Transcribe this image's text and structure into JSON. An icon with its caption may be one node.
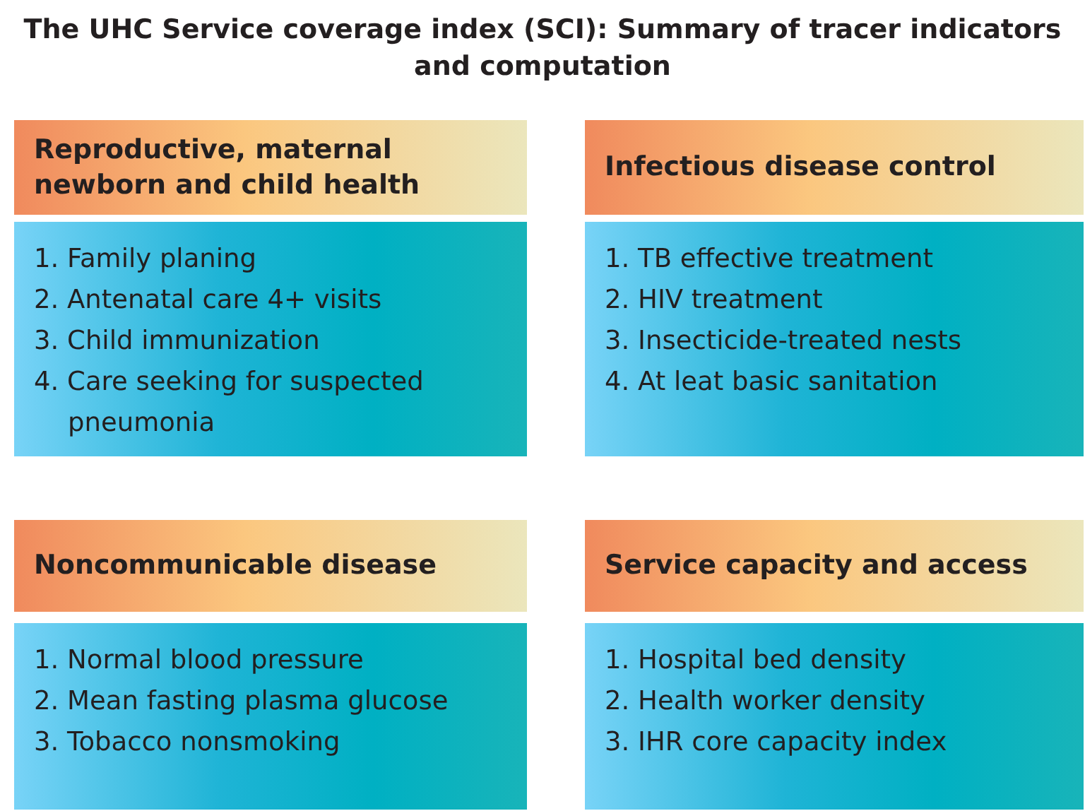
{
  "diagram": {
    "title": "The UHC Service coverage index (SCI): Summary of tracer indicators and computation",
    "nodes": [
      {
        "text": [
          "Reproductive, maternal newborn and child health"
        ]
      },
      {
        "text": [
          "1. Family planing",
          "2. Antenatal care 4+ visits",
          "3. Child immunization",
          "4. Care seeking for suspected pneumonia"
        ]
      },
      {
        "text": [
          "Infectious disease control"
        ]
      },
      {
        "text": [
          "1. TB effective treatment",
          "2. HIV treatment",
          "3. Insecticide-treated nests",
          "4. At leat basic sanitation"
        ]
      },
      {
        "text": [
          "Noncommunicable disease"
        ]
      },
      {
        "text": [
          "1. Normal blood pressure",
          "2. Mean fasting plasma glucose",
          "3. Tobacco nonsmoking"
        ]
      },
      {
        "text": [
          "Service capacity and access"
        ]
      },
      {
        "text": [
          "1. Hospital bed density",
          "2. Health worker density",
          "3. IHR core capacity index"
        ]
      }
    ]
  }
}
